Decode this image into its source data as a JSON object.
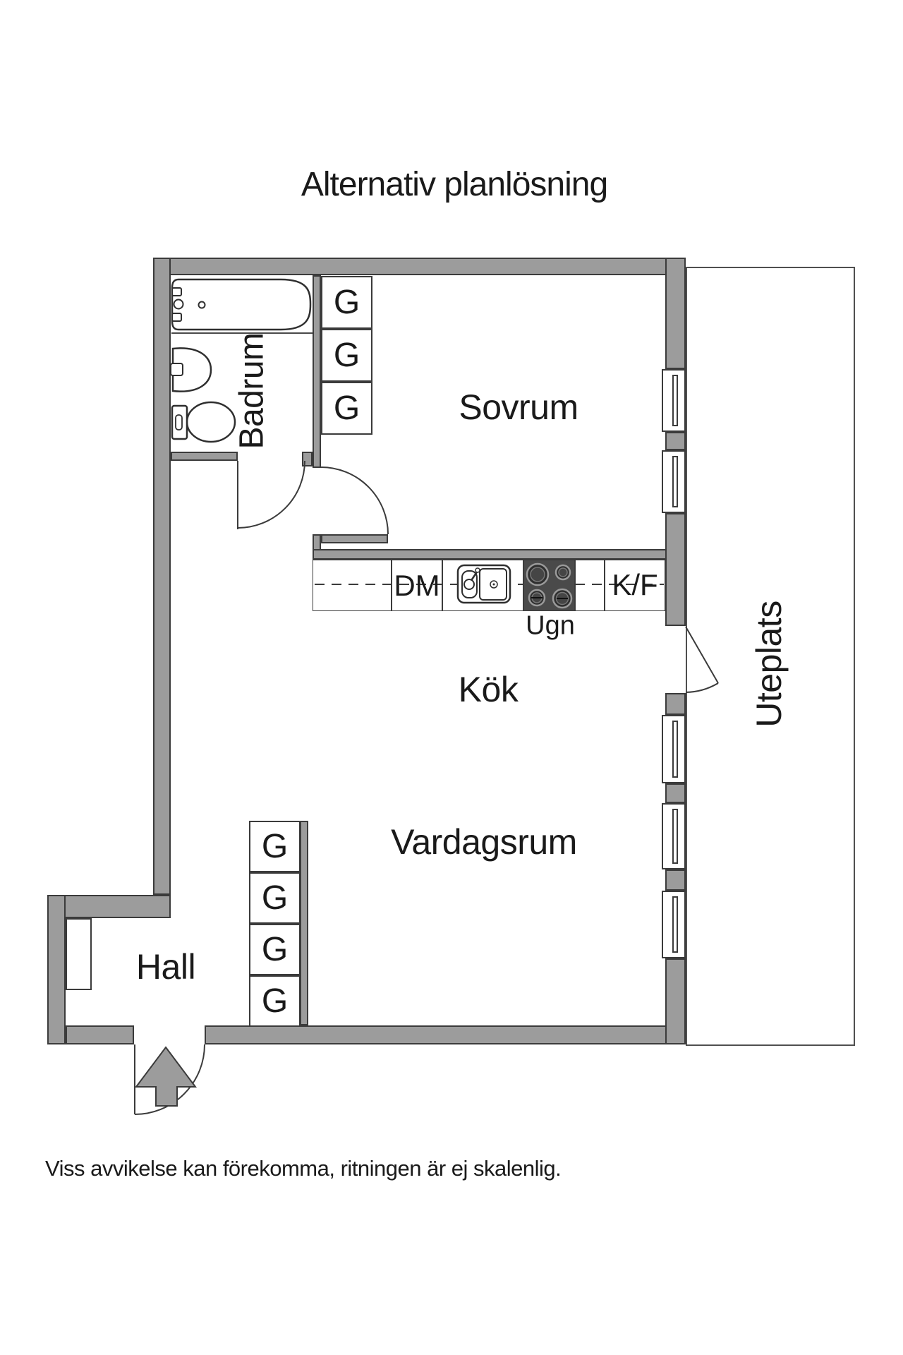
{
  "title": "Alternativ planlösning",
  "disclaimer": "Viss avvikelse kan förekomma, ritningen är ej skalenlig.",
  "rooms": {
    "badrum": "Badrum",
    "sovrum": "Sovrum",
    "kok": "Kök",
    "vardagsrum": "Vardagsrum",
    "hall": "Hall",
    "uteplats": "Uteplats"
  },
  "kitchen": {
    "dishwasher": "DM",
    "fridge_freezer": "K/F",
    "oven": "Ugn"
  },
  "closets": {
    "top": [
      "G",
      "G",
      "G"
    ],
    "bottom": [
      "G",
      "G",
      "G",
      "G"
    ]
  },
  "colors": {
    "wall_gray": "#9c9c9c",
    "line_dark": "#3b3b3b",
    "stove_dark": "#4a4a4a",
    "text": "#1a1a1a"
  }
}
